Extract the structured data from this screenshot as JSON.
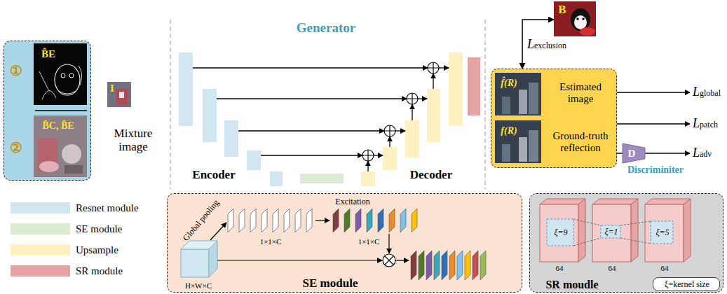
{
  "diagram": {
    "nodes": [
      {
        "text": [
          "①",
          "②"
        ]
      },
      {
        "text": [
          "B̂E"
        ],
        "in": 0
      },
      {
        "text": [
          "B̂C, B̂E"
        ],
        "in": 0
      },
      {
        "text": [
          "I",
          "Mixture image"
        ]
      },
      {
        "text": [
          "B"
        ]
      },
      {
        "text": [
          "Estimated image",
          "Ground-truth reflection"
        ]
      },
      {
        "text": [
          "f̂(R)"
        ],
        "in": 5
      },
      {
        "text": [
          "f(R)"
        ],
        "in": 5
      },
      {
        "text": [
          "D",
          "Discriminiter"
        ]
      },
      {
        "text": [
          "Global pooling",
          "Excitation",
          "1×1×C",
          "1×1×C",
          "H×W×C",
          "SE module"
        ]
      },
      {
        "text": [
          "ξ=9",
          "ξ=1",
          "ξ=5",
          "64",
          "64",
          "64",
          "SR moudle"
        ]
      },
      {
        "text": [
          "ξ=kernel size"
        ],
        "in": 10
      }
    ],
    "edges": [
      {
        "from": 5,
        "to": 4,
        "arrow": "both",
        "label": "Lexclusion"
      },
      {
        "from": 5,
        "to": 8,
        "arrow": "none"
      }
    ],
    "labels": [
      "Generator",
      "Encoder",
      "Decoder",
      "Lglobal",
      "Lpatch",
      "Ladv"
    ],
    "legend": [
      {
        "text": "Resnet module",
        "color": "#d0e7f1"
      },
      {
        "text": "SE module",
        "color": "#dcebd3"
      },
      {
        "text": "Upsample",
        "color": "#fff0c2"
      },
      {
        "text": "SR module",
        "color": "#e7a3a3"
      }
    ]
  }
}
